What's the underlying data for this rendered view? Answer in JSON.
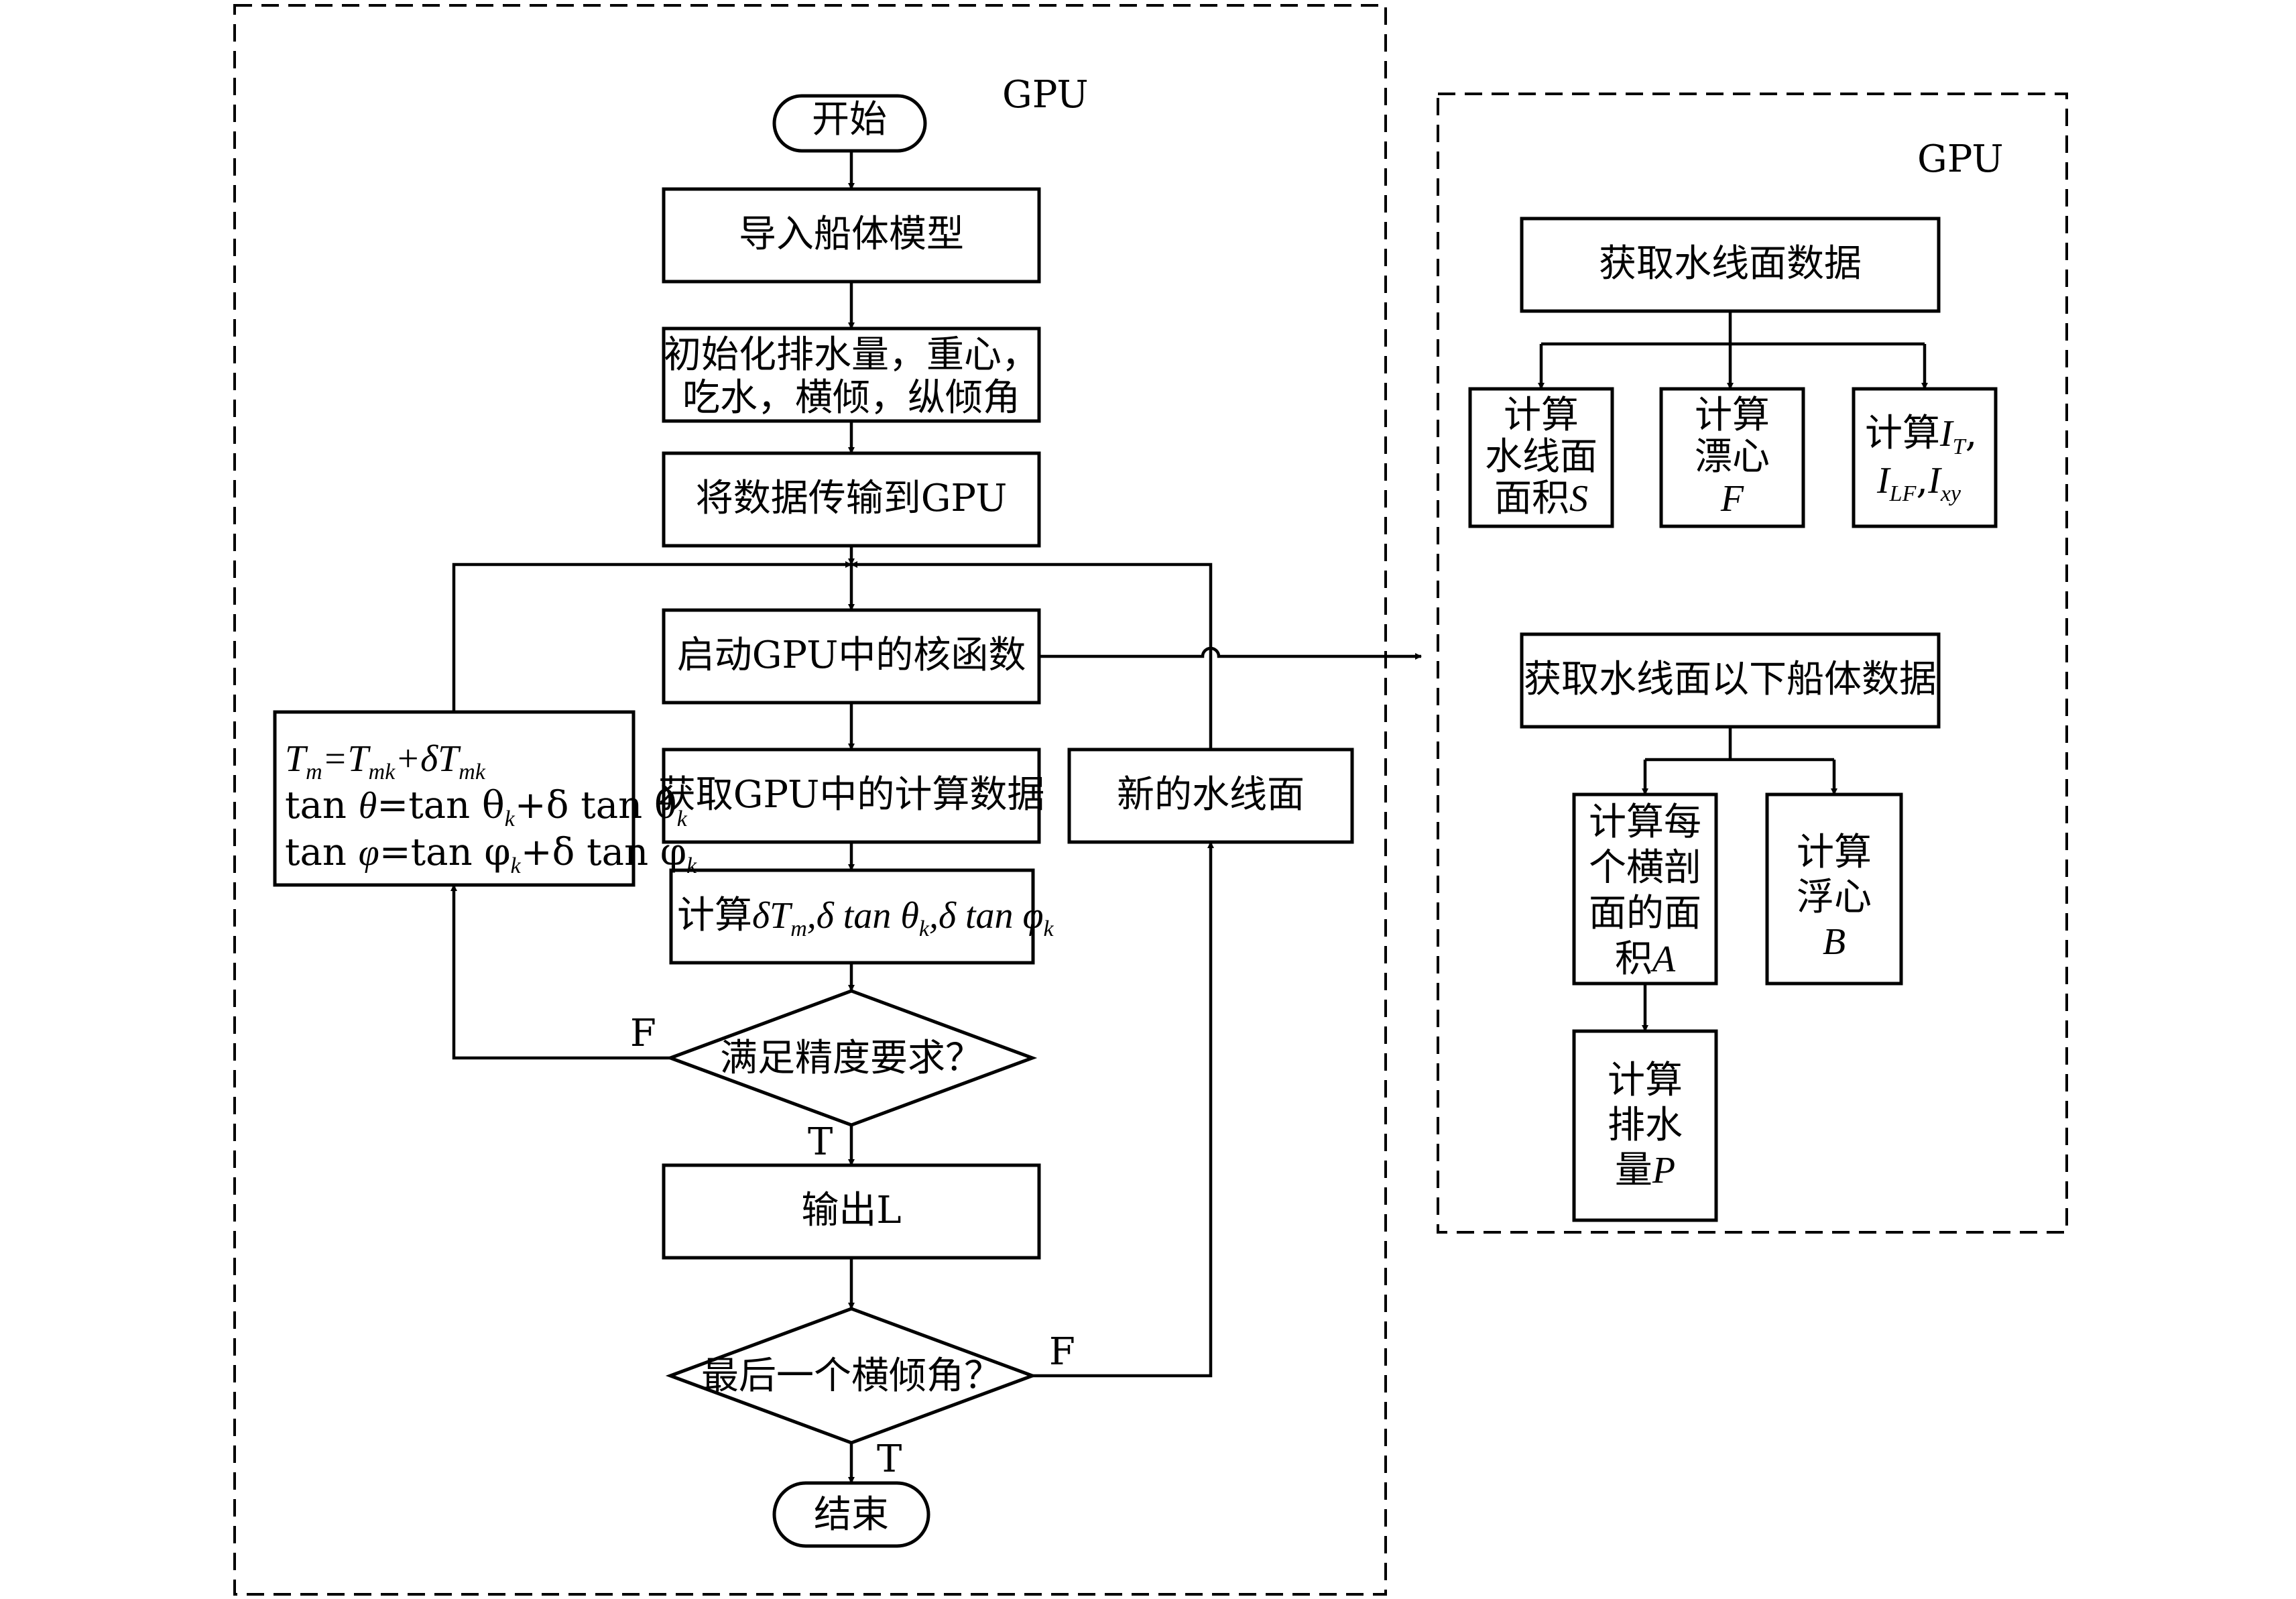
{
  "left_panel": {
    "label": "GPU",
    "start": "开始",
    "import_model": "导入船体模型",
    "init_line1": "初始化排水量，重心，",
    "init_line2": "吃水，横倾，纵倾角",
    "transfer": "将数据传输到GPU",
    "launch_kernel": "启动GPU中的核函数",
    "fetch_results": "获取GPU中的计算数据",
    "compute_prefix": "计算",
    "check_precision": "满足精度要求？",
    "output": "输出L",
    "last_heel": "最后一个横倾角？",
    "end": "结束",
    "new_waterline": "新的水线面",
    "update_formula": {
      "row1": [
        "T",
        "m",
        "=T",
        "mk",
        "+δT",
        "mk"
      ],
      "row2_a": "tan ",
      "row2_b": "θ",
      "row2_c": "=tan θ",
      "row2_d": "k",
      "row2_e": "+δ tan θ",
      "row2_f": "k",
      "row3_a": "tan ",
      "row3_b": "φ",
      "row3_c": "=tan φ",
      "row3_d": "k",
      "row3_e": "+δ tan φ",
      "row3_f": "k"
    },
    "compute_formula": {
      "a": "δT",
      "b": "m",
      "c": ",δ tan θ",
      "d": "k",
      "e": ",δ tan φ",
      "f": "k"
    },
    "branch_false_1": "F",
    "branch_true_1": "T",
    "branch_false_2": "F",
    "branch_true_2": "T"
  },
  "right_panel": {
    "label": "GPU",
    "get_waterplane": "获取水线面数据",
    "calc_area": {
      "l1": "计算",
      "l2": "水线面",
      "l3": "面积",
      "var": "S"
    },
    "calc_float": {
      "l1": "计算",
      "l2": "漂心",
      "var": "F"
    },
    "calc_inertia": {
      "l1": "计算",
      "i": "I",
      "t": "T",
      "comma": ",",
      "lf": "LF",
      "xy": "xy"
    },
    "get_hull": "获取水线面以下船体数据",
    "calc_section": {
      "l1": "计算每",
      "l2": "个横剖",
      "l3": "面的面",
      "l4": "积",
      "var": "A"
    },
    "calc_buoyancy": {
      "l1": "计算",
      "l2": "浮心",
      "var": "B"
    },
    "calc_displacement": {
      "l1": "计算",
      "l2": "排水",
      "l3": "量",
      "var": "P"
    }
  }
}
